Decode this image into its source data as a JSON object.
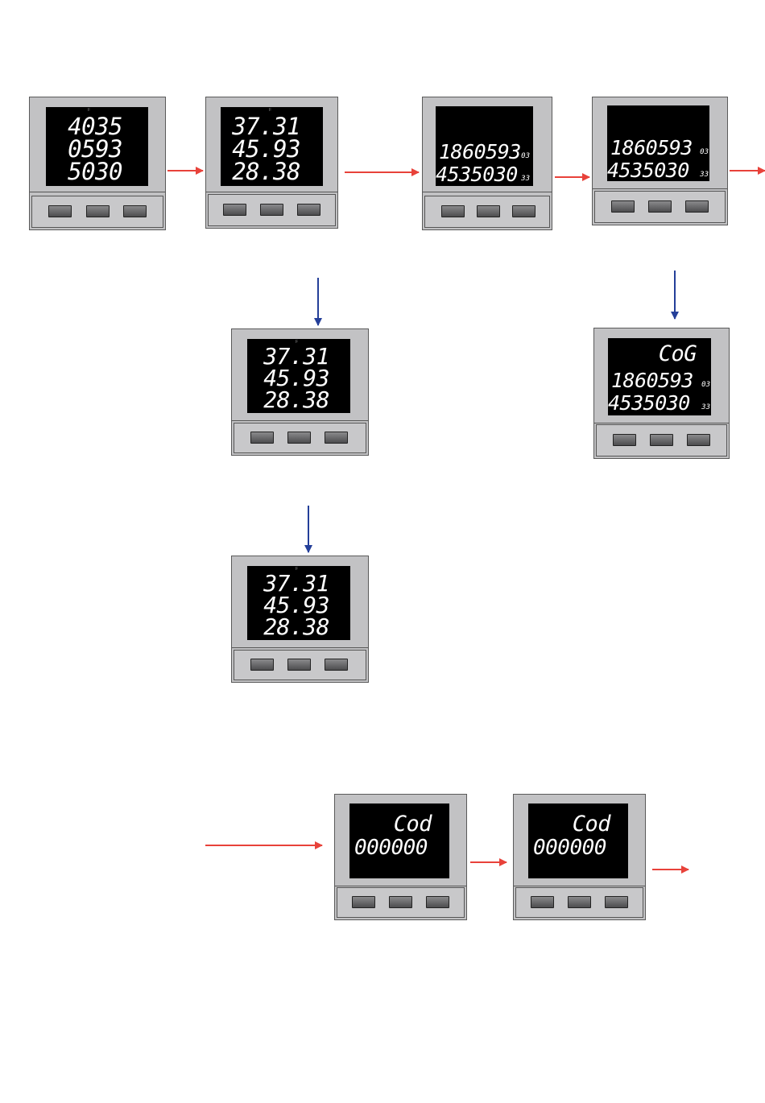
{
  "indicator_mark": "F",
  "colors": {
    "arrow_red": "#e8423a",
    "arrow_blue": "#243f99"
  },
  "meters": [
    {
      "id": "m1",
      "lines": [
        "4035",
        "0593",
        "5030"
      ]
    },
    {
      "id": "m2",
      "lines": [
        "37.31",
        "45.93",
        "28.38"
      ]
    },
    {
      "id": "m3",
      "lines": [
        "1860593",
        "4535030"
      ],
      "suffixes": [
        "03",
        "33"
      ]
    },
    {
      "id": "m4",
      "lines": [
        "1860593",
        "4535030"
      ],
      "suffixes": [
        "03",
        "33"
      ]
    },
    {
      "id": "m5",
      "lines": [
        "37.31",
        "45.93",
        "28.38"
      ]
    },
    {
      "id": "m6",
      "lines": [
        "CoG",
        "1860593",
        "4535030"
      ],
      "suffixes": [
        "03",
        "33"
      ]
    },
    {
      "id": "m7",
      "lines": [
        "37.31",
        "45.93",
        "28.38"
      ]
    },
    {
      "id": "m8",
      "lines": [
        "Cod",
        "000000"
      ]
    },
    {
      "id": "m9",
      "lines": [
        "Cod",
        "000000"
      ]
    }
  ]
}
